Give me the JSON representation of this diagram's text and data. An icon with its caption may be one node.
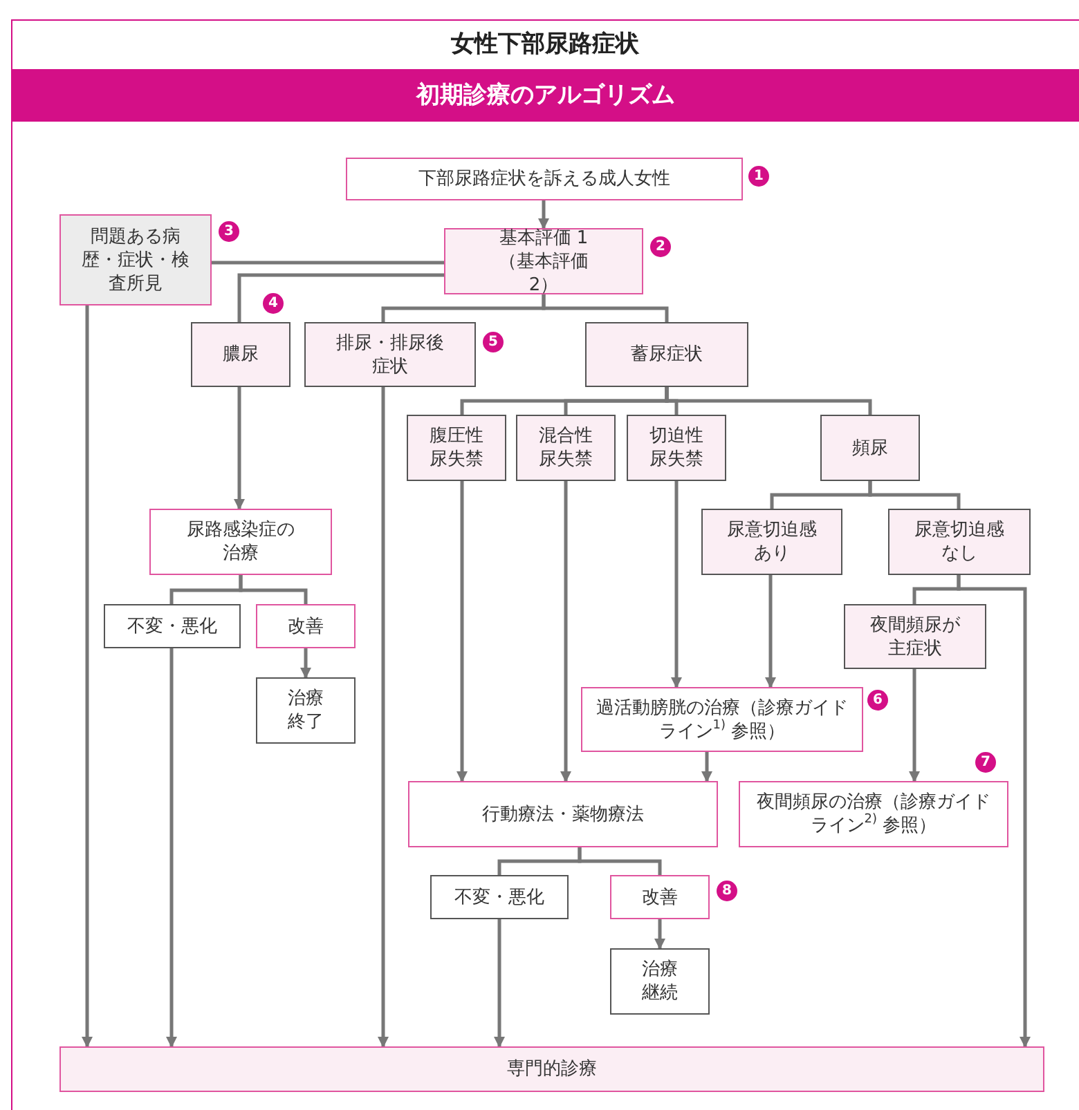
{
  "diagram": {
    "title": "女性下部尿路症状",
    "nodes": [
      {
        "text": [
          "下部尿路症状を訴える成人女性"
        ],
        "beside": [
          "1"
        ]
      },
      {
        "text": [
          "問題ある病歴・症状・検査所見"
        ],
        "beside": [
          "3"
        ]
      },
      {
        "text": [
          "基本評価 1 （基本評価 2）"
        ],
        "beside": [
          "2"
        ]
      },
      {
        "text": [
          "膿尿"
        ],
        "beside": [
          "4"
        ]
      },
      {
        "text": [
          "排尿・排尿後症状"
        ],
        "beside": [
          "5"
        ]
      },
      {
        "text": [
          "蓄尿症状"
        ]
      },
      {
        "text": [
          "腹圧性尿失禁"
        ]
      },
      {
        "text": [
          "混合性尿失禁"
        ]
      },
      {
        "text": [
          "切迫性尿失禁"
        ]
      },
      {
        "text": [
          "頻尿"
        ]
      },
      {
        "text": [
          "尿意切迫感あり"
        ]
      },
      {
        "text": [
          "尿意切迫感なし"
        ]
      },
      {
        "text": [
          "尿路感染症の治療"
        ]
      },
      {
        "text": [
          "不変・悪化"
        ]
      },
      {
        "text": [
          "改善"
        ]
      },
      {
        "text": [
          "治療終了"
        ]
      },
      {
        "text": [
          "夜間頻尿が主症状"
        ]
      },
      {
        "text": [
          "過活動膀胱の治療（診療ガイドライン$^{1)}$ 参照）"
        ],
        "beside": [
          "6"
        ]
      },
      {
        "text": [
          "行動療法・薬物療法"
        ]
      },
      {
        "text": [
          "夜間頻尿の治療（診療ガイドライン$^{2)}$ 参照）"
        ],
        "beside": [
          "7"
        ]
      },
      {
        "text": [
          "不変・悪化"
        ]
      },
      {
        "text": [
          "改善"
        ],
        "beside": [
          "8"
        ]
      },
      {
        "text": [
          "治療継続"
        ]
      },
      {
        "text": [
          "専門的診療"
        ]
      }
    ],
    "edges": [
      {
        "from": 0,
        "to": 2,
        "arrow": "to"
      },
      {
        "from": 2,
        "to": 1,
        "arrow": "none"
      },
      {
        "from": 2,
        "to": 3,
        "arrow": "none"
      },
      {
        "from": 2,
        "to": 4,
        "arrow": "none"
      },
      {
        "from": 2,
        "to": 5,
        "arrow": "none"
      },
      {
        "from": 5,
        "to": 6,
        "arrow": "none"
      },
      {
        "from": 5,
        "to": 7,
        "arrow": "none"
      },
      {
        "from": 5,
        "to": 8,
        "arrow": "none"
      },
      {
        "from": 5,
        "to": 9,
        "arrow": "none"
      },
      {
        "from": 9,
        "to": 10,
        "arrow": "none"
      },
      {
        "from": 9,
        "to": 11,
        "arrow": "none"
      },
      {
        "from": 3,
        "to": 12,
        "arrow": "to"
      },
      {
        "from": 12,
        "to": 13,
        "arrow": "none"
      },
      {
        "from": 12,
        "to": 14,
        "arrow": "none"
      },
      {
        "from": 14,
        "to": 15,
        "arrow": "to"
      },
      {
        "from": 11,
        "to": 16,
        "arrow": "none"
      },
      {
        "from": 11,
        "to": 23,
        "arrow": "to"
      },
      {
        "from": 8,
        "to": 17,
        "arrow": "to"
      },
      {
        "from": 10,
        "to": 17,
        "arrow": "to"
      },
      {
        "from": 6,
        "to": 18,
        "arrow": "to"
      },
      {
        "from": 7,
        "to": 18,
        "arrow": "to"
      },
      {
        "from": 17,
        "to": 18,
        "arrow": "to"
      },
      {
        "from": 16,
        "to": 19,
        "arrow": "to"
      },
      {
        "from": 18,
        "to": 20,
        "arrow": "none"
      },
      {
        "from": 18,
        "to": 21,
        "arrow": "none"
      },
      {
        "from": 21,
        "to": 22,
        "arrow": "to"
      },
      {
        "from": 1,
        "to": 23,
        "arrow": "to"
      },
      {
        "from": 13,
        "to": 23,
        "arrow": "to"
      },
      {
        "from": 4,
        "to": 23,
        "arrow": "to"
      },
      {
        "from": 20,
        "to": 23,
        "arrow": "to"
      }
    ],
    "labels": [
      "初期診療のアルゴリズム"
    ]
  }
}
